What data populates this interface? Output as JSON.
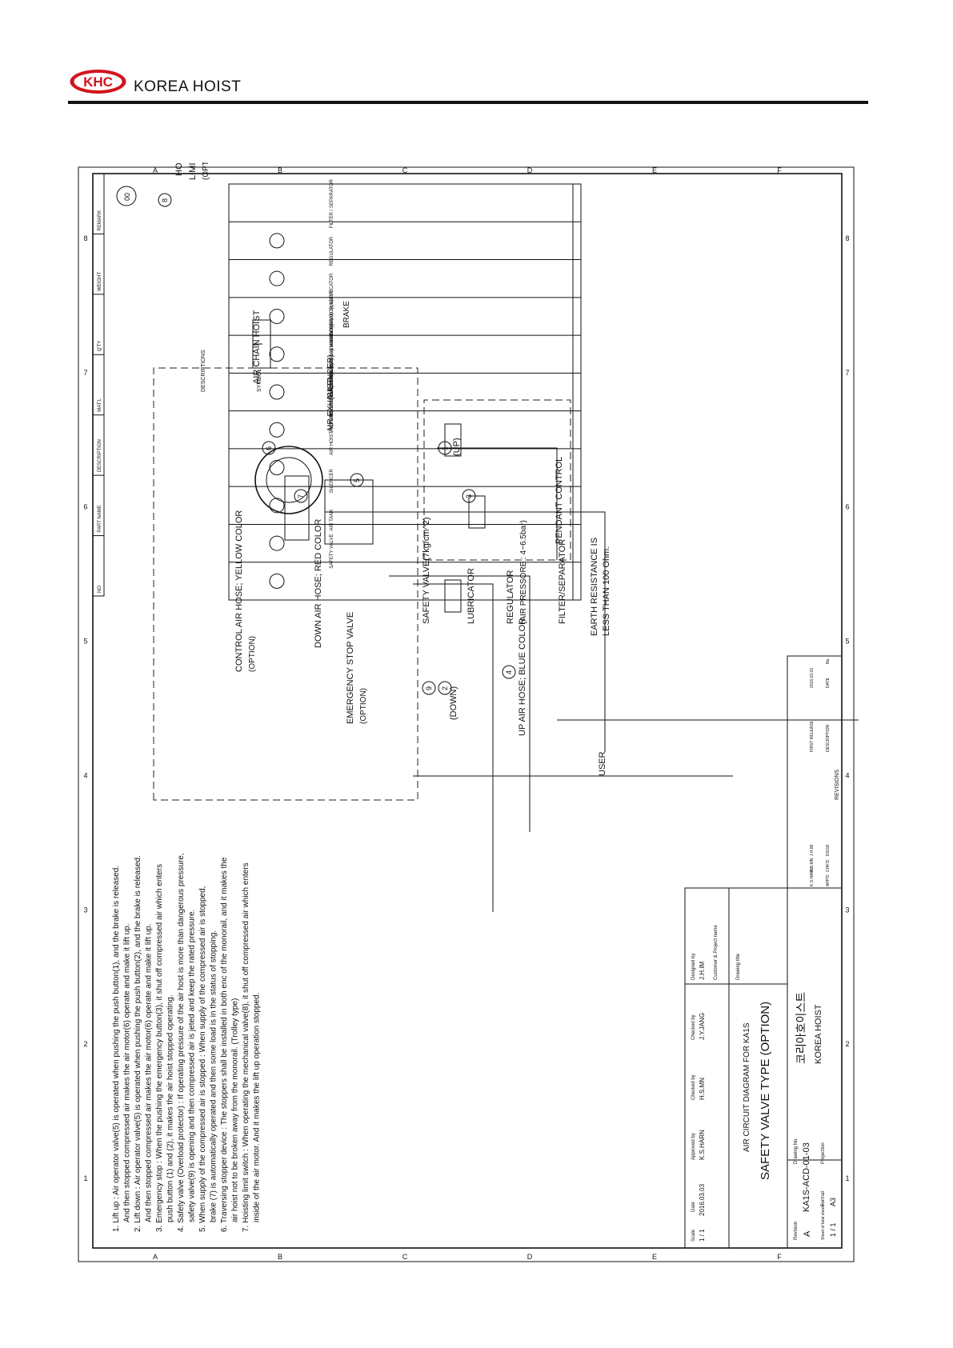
{
  "header": {
    "logo_text": "KHC",
    "brand": "KOREA HOIST"
  },
  "frame": {
    "zones": [
      "A",
      "B",
      "C",
      "D",
      "E",
      "F"
    ],
    "columns": [
      "1",
      "2",
      "3",
      "4",
      "5",
      "6",
      "7",
      "8"
    ],
    "sheet_no": "00"
  },
  "parts_list": {
    "headers": [
      "NO",
      "PART NAME",
      "DESCRIPTION",
      "MAT'L",
      "Q'TY",
      "WEIGHT",
      "REMARK"
    ]
  },
  "legend": {
    "headers": [
      "SYMBOL",
      "DESCRIPTIONS"
    ],
    "rows": [
      {
        "icon": "filter-separator-icon",
        "lines": [
          "FILTER / SEPARATOR"
        ]
      },
      {
        "icon": "regulator-icon",
        "lines": [
          "REGULATOR"
        ]
      },
      {
        "icon": "lubricator-icon",
        "lines": [
          "LUBRICATOR"
        ]
      },
      {
        "icon": "air-operator-valve-icon",
        "lines": [
          "AIR OPERATOR VALVE",
          "(Intermediate stop type)"
        ]
      },
      {
        "icon": "mechanical-valve-selector-icon",
        "lines": [
          "MECHANICAL VALVE",
          "(Emergency 3 way selector type)"
        ]
      },
      {
        "icon": "mechanical-valve-push-icon",
        "lines": [
          "MECHANICAL VALVE",
          "(Push button 3 way button type)"
        ]
      },
      {
        "icon": "air-hoist-motor-icon",
        "lines": [
          "AIR HOIST MOTOR"
        ]
      },
      {
        "icon": "silencer-icon",
        "lines": [
          "SILENCER"
        ]
      },
      {
        "icon": "air-tank-icon",
        "lines": [
          "AIR TANK"
        ]
      },
      {
        "icon": "safety-valve-icon",
        "lines": [
          "SAFETY VALVE"
        ]
      }
    ]
  },
  "circuit": {
    "air_chain_hoist": "AIR CHAIN HOIST",
    "air_exhaust": "AIR EXHAUST",
    "silencer": "(SILENCER)",
    "brake": "BRAKE",
    "hoisting": "HOISTING",
    "limit_valve": "LIMIT VALVE",
    "option": "(OPTION)",
    "up_air_hose": "UP AIR HOSE; BLUE COLOR",
    "down_air_hose": "DOWN AIR HOSE; RED COLOR",
    "control_air_hose": "CONTROL AIR HOSE; YELLOW COLOR",
    "emergency_stop_valve": "EMERGENCY STOP VALVE",
    "pendant_control": "PENDANT CONTROL",
    "up": "(UP)",
    "down": "(DOWN)",
    "earth_1": "EARTH RESISTANCE IS",
    "earth_2": "LESS THAN 100 Ohm.",
    "safety_valve": "SAFETY VALVE(7kg/cm^2)",
    "lubricator": "LUBRICATOR",
    "regulator": "REGULATOR",
    "air_pressure": "(AIR PRESSORE : 4~6.5bar)",
    "filter_separator": "FILTER/SEPARATOR",
    "user": "USER",
    "markers": [
      "1",
      "2",
      "3",
      "4",
      "5",
      "6",
      "7",
      "8",
      "9"
    ]
  },
  "notes": [
    "1. Lift up : Air operator valve(5) is operated when pushing the push button(1), and the brake is released.",
    "And then stopped compressed air makes the air motor(6) operate and make it lift up.",
    "2. Lift down : Air operator valve(5) is operated when pushing the push button(2), and the brake is released.",
    "And then stopped compressed air makes the air motor(6) operate and make it lift up.",
    "3. Emergency stop : When the pushing the emergency button(3), it shut off compressed air which enters",
    "push button (1) and (2), it makes the air hoist stopped operating.",
    "4. Safety valve (Overload protector) : If operating pressure of the air host is more than dangerous pressure,",
    "safety valve(9) is opening and then compressed air is jeted and keep the rated pressure.",
    "5. When supply of the compressed air is stopped : When supply of the compressed air is stopped,",
    "brake (7) is automatically operated and then some load is in the status of stopping.",
    "6. Traversing stopper device : The stoppers shall be installed in both enc of the monorail, and it makes the",
    "air hoist not to be broken away from the monorail. (Trolley type)",
    "7. Hoisting limit switch : When operating the mechanical valve(8), it shut off compressed air which enters",
    "inside of the air motor. And it makes the lift up operation stopped."
  ],
  "title_block": {
    "designed_by_label": "Designed by",
    "designed_by": "J.H.IM",
    "checked_by_label": "Checked by",
    "checked_by": "J.Y.JANG",
    "checked_by2_label": "Checked by",
    "checked_by2": "H.S.MN",
    "approved_by_label": "Approved by",
    "approved_by": "K.S.HARN",
    "date_label": "Date",
    "date": "2016.03.03",
    "scale_label": "Scale",
    "scale": "1 / 1",
    "customer_label": "Customer & Project name",
    "drawing_title_label": "Drawing title",
    "subtitle": "AIR CIRCUIT DIAGRAM FOR KA1S",
    "title": "SAFETY VALVE TYPE (OPTION)",
    "company_kr": "코리아호이스트",
    "company_en": "KOREA HOIST",
    "drawing_no_label": "Drawing No.",
    "drawing_no": "KA1S-ACD-01-03",
    "revision_label": "Revision",
    "revision": "A",
    "projection_label": "Projection",
    "format_label": "Format",
    "format": "A3",
    "sheet_label": "Sheet of total sheets",
    "sheet": "1 / 1",
    "revisions_label": "REVISIONS",
    "rev_date": "2016.03.03",
    "first_release": "FIRST RELEASE",
    "rev_no_label": "No.",
    "rev_date_label": "DATE",
    "rev_desc_label": "DESCRIPTION",
    "dsgd_label": "DSGD",
    "chkd_label": "CHK'D",
    "appd_label": "APP'D",
    "dsgd": "J.H.IM",
    "chkd": "K.S.MN",
    "appd": "K.S.HARN"
  }
}
